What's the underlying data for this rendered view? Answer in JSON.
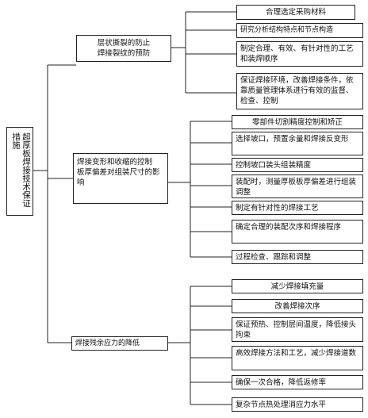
{
  "root": "超厚板焊接技术保证措施",
  "branches": [
    {
      "label": "层状撕裂的防止\n焊接裂纹的预防",
      "items": [
        "合理选定采购材料",
        "研究分析结构特点和节点构造",
        "制定合理、有效、有针对性的工艺和装焊顺序",
        "保证焊接环境，改善焊接条件，依靠质量管理体系进行有效的监督、检查、控制"
      ]
    },
    {
      "label": "焊接变形和收缩的控制\n板厚偏差对组装尺寸的影响",
      "items": [
        "零部件切割精度控制和矫正",
        "选择坡口，预置余量和焊接反变形",
        "控制坡口装头组装精度",
        "装配时，测量厚板板厚偏差进行组装调整",
        "制定有针对性的焊接工艺",
        "确定合理的装配次序和焊接程序",
        "过程检查、跟踪和调整"
      ]
    },
    {
      "label": "焊接残余应力的降低",
      "items": [
        "减少焊接填充量",
        "改善焊接次序",
        "保证预热、控制层间温度，降低接头拘束",
        "高效焊接方法和工艺，减少焊接道数",
        "确保一次合格，降低返修率",
        "复杂节点热处理消应力水平"
      ]
    }
  ]
}
